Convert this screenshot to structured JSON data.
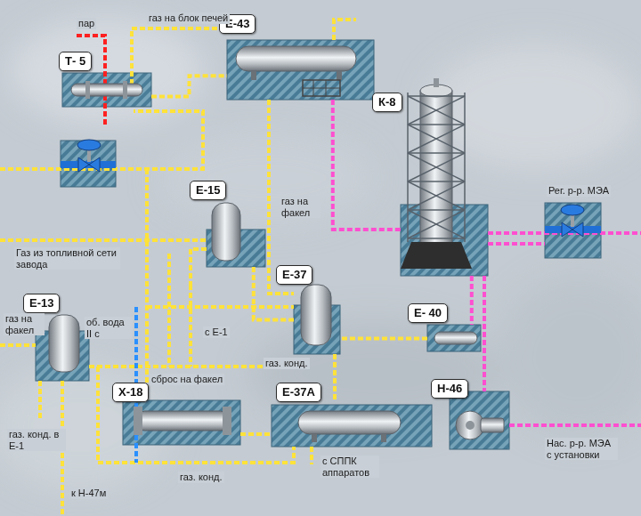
{
  "diagram": {
    "nodes": [
      {
        "text": [
          "Е-43"
        ]
      },
      {
        "text": [
          "Т- 5"
        ]
      },
      {
        "text": [
          "К-8"
        ]
      },
      {
        "text": [
          "Е-15"
        ]
      },
      {
        "text": [
          "Е-37"
        ]
      },
      {
        "text": [
          "Е-13"
        ]
      },
      {
        "text": [
          "Е- 40"
        ]
      },
      {
        "text": [
          "Х-18"
        ]
      },
      {
        "text": [
          "Е-37А"
        ]
      },
      {
        "text": [
          "Н-46"
        ]
      }
    ],
    "edges": [
      {
        "from": 0,
        "to": 2,
        "arrow": "none"
      },
      {
        "from": 2,
        "to": 6,
        "arrow": "none"
      },
      {
        "from": 2,
        "to": 9,
        "arrow": "none"
      },
      {
        "from": 6,
        "to": 4,
        "arrow": "none"
      },
      {
        "from": 4,
        "to": 8,
        "arrow": "none"
      },
      {
        "from": 3,
        "to": 4,
        "arrow": "none"
      },
      {
        "from": 1,
        "to": 0,
        "arrow": "none"
      }
    ],
    "labels": [
      "пар",
      "газ на блок печей",
      "газ на факел",
      "Газ из топливной сети завода",
      "газ на факел",
      "об. вода II с",
      "с Е-1",
      "сброс на факел",
      "газ. конд.",
      "газ. конд. в Е-1",
      "к Н-47м",
      "газ. конд.",
      "с СППК аппаратов",
      "Рег. р-р. МЭА",
      "Нас. р-р. МЭА с установки"
    ]
  }
}
